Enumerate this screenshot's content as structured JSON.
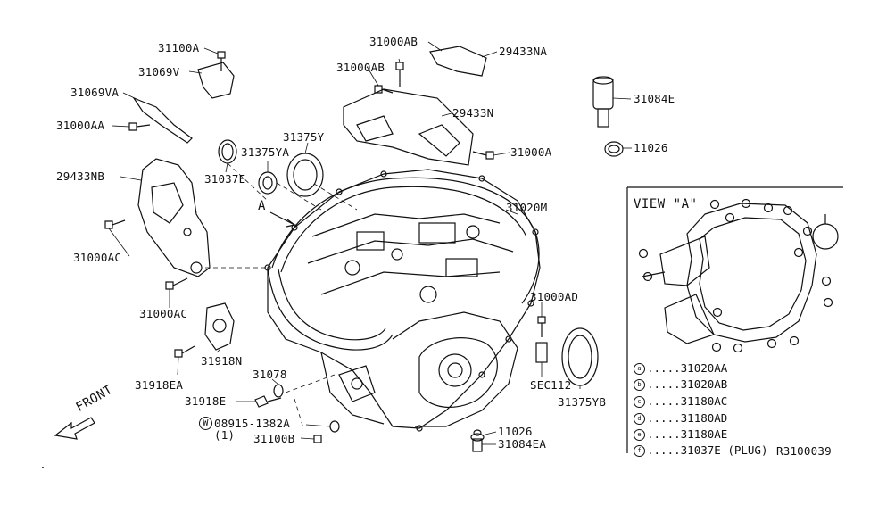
{
  "diagram": {
    "ref_code": "R3100039",
    "front_label": "FRONT",
    "view_marker": "A",
    "view_title": "VIEW \"A\"",
    "parts": [
      {
        "id": "p1",
        "text": "31100A"
      },
      {
        "id": "p2",
        "text": "31069V"
      },
      {
        "id": "p3",
        "text": "31069VA"
      },
      {
        "id": "p4",
        "text": "31000AA"
      },
      {
        "id": "p5",
        "text": "31037E"
      },
      {
        "id": "p6",
        "text": "31375YA"
      },
      {
        "id": "p7",
        "text": "31375Y"
      },
      {
        "id": "p8",
        "text": "29433NB"
      },
      {
        "id": "p9",
        "text": "31000AC"
      },
      {
        "id": "p10",
        "text": "31000AC"
      },
      {
        "id": "p11",
        "text": "31918N"
      },
      {
        "id": "p12",
        "text": "31918EA"
      },
      {
        "id": "p13",
        "text": "31078"
      },
      {
        "id": "p14",
        "text": "31918E"
      },
      {
        "id": "p15",
        "text": "08915-1382A"
      },
      {
        "id": "p16",
        "text": "(1)"
      },
      {
        "id": "p17",
        "text": "31100B"
      },
      {
        "id": "p18",
        "text": "31000AB"
      },
      {
        "id": "p19",
        "text": "31000AB"
      },
      {
        "id": "p20",
        "text": "29433NA"
      },
      {
        "id": "p21",
        "text": "29433N"
      },
      {
        "id": "p22",
        "text": "31000A"
      },
      {
        "id": "p23",
        "text": "31020M"
      },
      {
        "id": "p24",
        "text": "31000AD"
      },
      {
        "id": "p25",
        "text": "SEC112"
      },
      {
        "id": "p26",
        "text": "31375YB"
      },
      {
        "id": "p27",
        "text": "11026"
      },
      {
        "id": "p28",
        "text": "31084EA"
      },
      {
        "id": "p29",
        "text": "31084E"
      },
      {
        "id": "p30",
        "text": "11026"
      },
      {
        "id": "p31",
        "text": "W"
      }
    ],
    "legend": [
      {
        "symbol": "a",
        "text": "31020AA"
      },
      {
        "symbol": "b",
        "text": "31020AB"
      },
      {
        "symbol": "c",
        "text": "31180AC"
      },
      {
        "symbol": "d",
        "text": "31180AD"
      },
      {
        "symbol": "e",
        "text": "31180AE"
      },
      {
        "symbol": "f",
        "text": "31037E (PLUG)"
      }
    ],
    "legend_leader": "....."
  }
}
